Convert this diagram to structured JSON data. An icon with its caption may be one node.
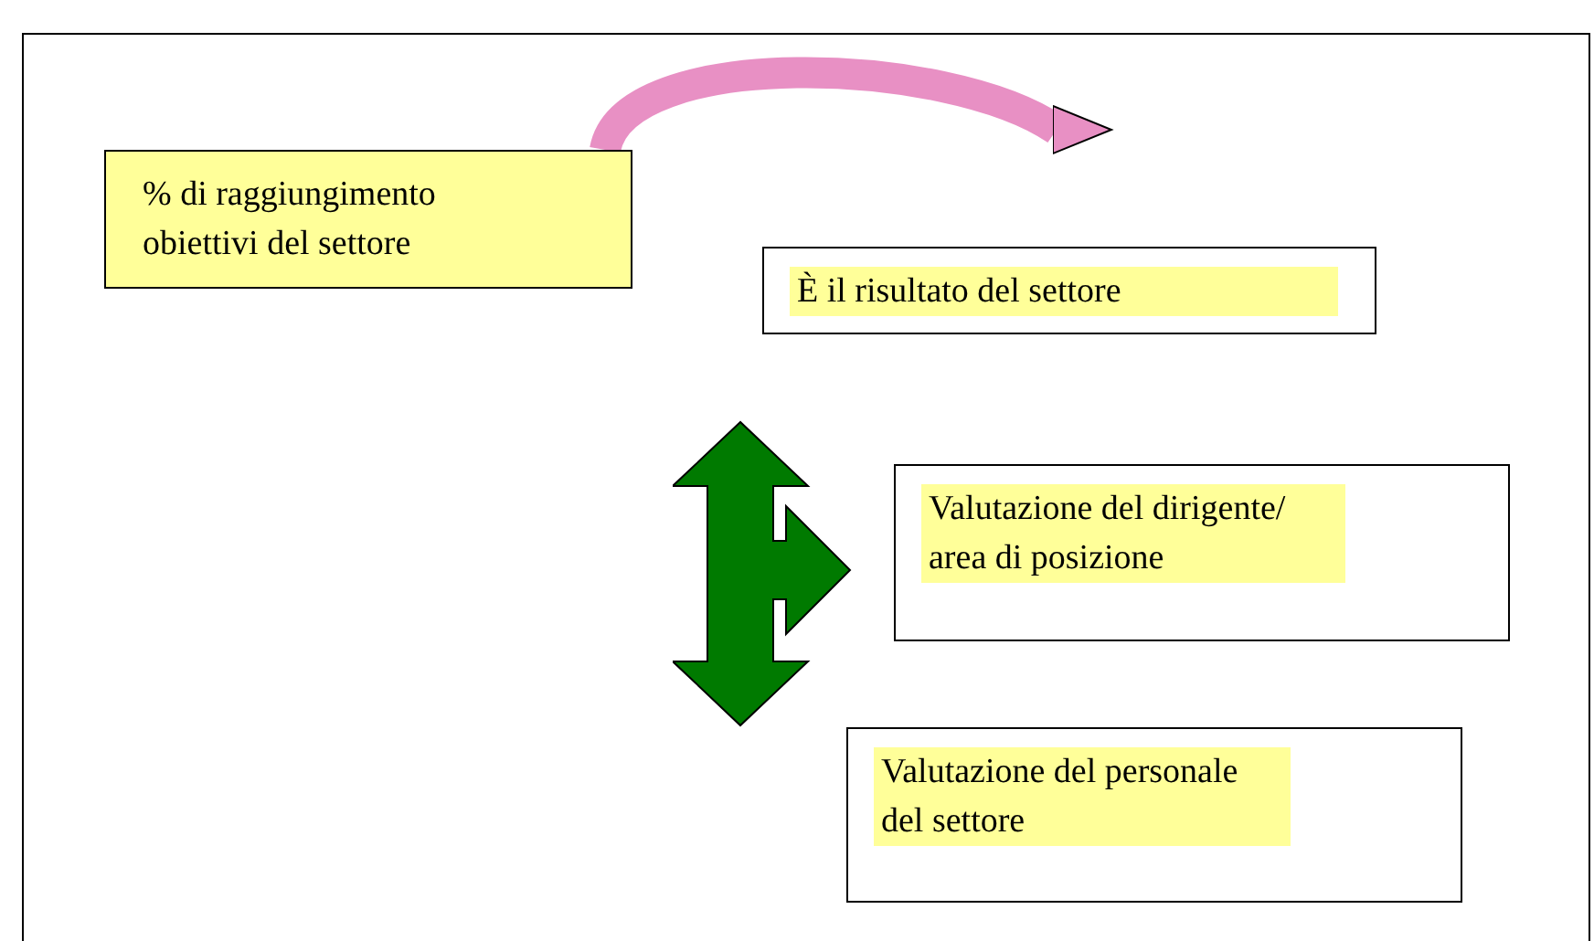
{
  "diagram": {
    "nodes": [
      {
        "text": [
          "% di raggiungimento obiettivi del settore"
        ]
      },
      {
        "text": [
          "È il risultato del settore"
        ]
      },
      {
        "text": [
          "Valutazione del dirigente/ area di posizione"
        ]
      },
      {
        "text": [
          "Valutazione del personale del settore"
        ]
      },
      {
        "text": [],
        "shape": "arrow"
      }
    ],
    "edges": [
      {
        "from": 0,
        "to": 1,
        "arrow": "to",
        "color": "#e890c4"
      }
    ]
  }
}
